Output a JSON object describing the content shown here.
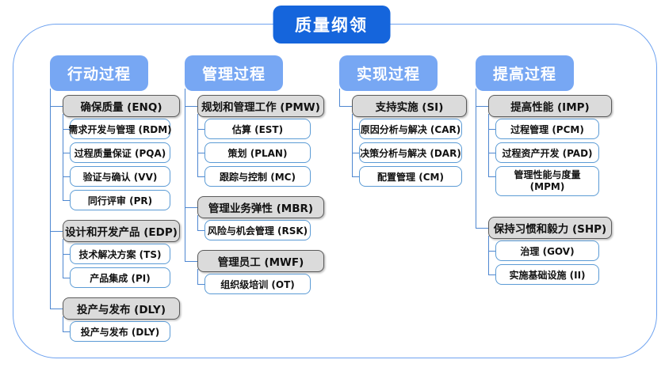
{
  "title": "质量纲领",
  "colors": {
    "title_bg": "#1565DC",
    "header_bg": "#77A7F3",
    "gray_fill": "#DBDBDB",
    "gray_border": "#5A5A5A",
    "white_border": "#5B9BD5",
    "line": "#4E87D1",
    "frame": "#6FA3F0"
  },
  "columns": [
    {
      "header": "行动过程",
      "groups": [
        {
          "label": "确保质量 (ENQ)",
          "items": [
            "需求开发与管理 (RDM)",
            "过程质量保证 (PQA)",
            "验证与确认 (VV)",
            "同行评审 (PR)"
          ]
        },
        {
          "label": "设计和开发产品 (EDP)",
          "items": [
            "技术解决方案 (TS)",
            "产品集成 (PI)"
          ]
        },
        {
          "label": "投产与发布 (DLY)",
          "items": [
            "投产与发布 (DLY)"
          ]
        }
      ]
    },
    {
      "header": "管理过程",
      "groups": [
        {
          "label": "规划和管理工作 (PMW)",
          "items": [
            "估算 (EST)",
            "策划 (PLAN)",
            "跟踪与控制 (MC)"
          ]
        },
        {
          "label": "管理业务弹性 (MBR)",
          "items": [
            "风险与机会管理 (RSK)"
          ]
        },
        {
          "label": "管理员工 (MWF)",
          "items": [
            "组织级培训 (OT)"
          ]
        }
      ]
    },
    {
      "header": "实现过程",
      "groups": [
        {
          "label": "支持实施 (SI)",
          "items": [
            "原因分析与解决 (CAR)",
            "决策分析与解决 (DAR)",
            "配置管理 (CM)"
          ]
        }
      ]
    },
    {
      "header": "提高过程",
      "groups": [
        {
          "label": "提高性能 (IMP)",
          "items": [
            "过程管理 (PCM)",
            "过程资产开发 (PAD)",
            "管理性能与度量 (MPM)"
          ]
        },
        {
          "label": "保持习惯和毅力 (SHP)",
          "items": [
            "治理 (GOV)",
            "实施基础设施 (II)"
          ]
        }
      ]
    }
  ]
}
